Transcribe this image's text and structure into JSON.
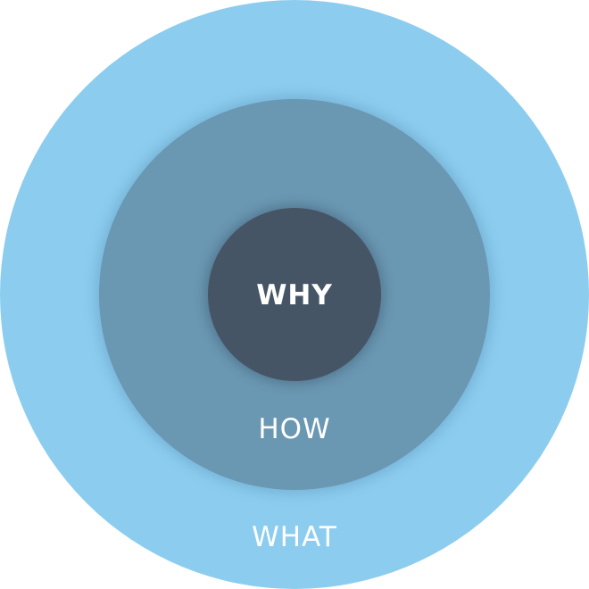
{
  "diagram": {
    "rings": [
      {
        "id": "what",
        "label": "WHAT",
        "color": "#8ccdef"
      },
      {
        "id": "how",
        "label": "HOW",
        "color": "#6a97b2"
      },
      {
        "id": "why",
        "label": "WHY",
        "color": "#465566"
      }
    ]
  }
}
